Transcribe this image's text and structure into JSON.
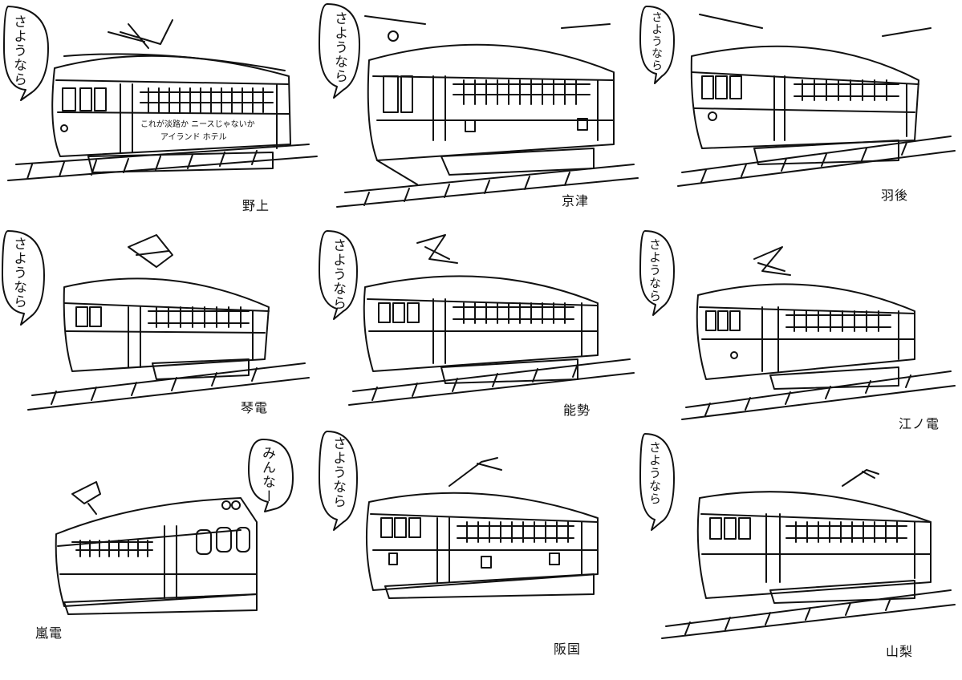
{
  "panels": [
    {
      "speech": "さようなら",
      "name": "野上",
      "sign_line1": "これが淡路か ニースじゃないか",
      "sign_line2": "アイランド ホテル"
    },
    {
      "speech": "さようなら",
      "name": "京津"
    },
    {
      "speech": "さようなら",
      "name": "羽後"
    },
    {
      "speech": "さようなら",
      "name": "琴電"
    },
    {
      "speech": "さようなら",
      "name": "能勢"
    },
    {
      "speech": "さようなら",
      "name": "江ノ電"
    },
    {
      "speech": "みんなー",
      "name": "嵐電"
    },
    {
      "speech": "さようなら",
      "name": "阪国"
    },
    {
      "speech": "さようなら",
      "name": "山梨"
    }
  ],
  "colors": {
    "ink": "#111111",
    "paper": "#ffffff"
  }
}
